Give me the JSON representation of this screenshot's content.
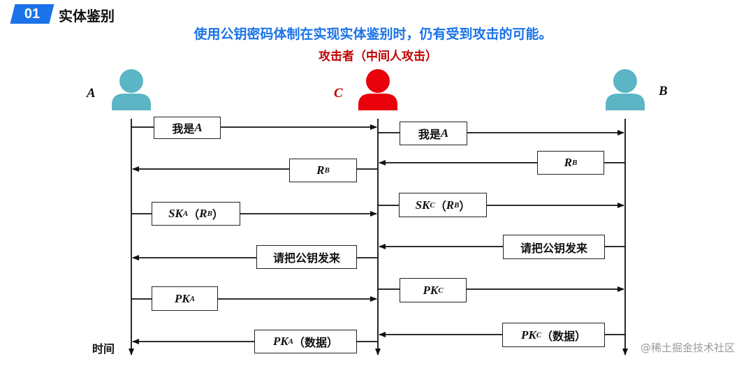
{
  "header": {
    "section_number": "01",
    "section_title": "实体鉴别"
  },
  "subtitle": "使用公钥密码体制在实现实体鉴别时，仍有受到攻击的可能。",
  "attacker_label": "攻击者（中间人攻击）",
  "nodes": {
    "a": "A",
    "b": "B",
    "c": "C"
  },
  "time_label": "时间",
  "watermark": "@稀土掘金技术社区",
  "colors": {
    "accent_blue": "#1a73e8",
    "attacker_red": "#c00000",
    "person_teal": "#5bb5c4",
    "person_red": "#e8000b"
  },
  "messages": {
    "left": {
      "m1": {
        "text": "我是",
        "sym": "A"
      },
      "m2": {
        "sym": "R",
        "sub": "B"
      },
      "m3": {
        "sym": "SK",
        "sub": "A",
        "paren_sym": "R",
        "paren_sub": "B"
      },
      "m4": {
        "text": "请把公钥发来"
      },
      "m5": {
        "sym": "PK",
        "sub": "A"
      },
      "m6": {
        "sym": "PK",
        "sub": "A",
        "suffix": "（数据）"
      }
    },
    "right": {
      "m1": {
        "text": "我是",
        "sym": "A"
      },
      "m2": {
        "sym": "R",
        "sub": "B"
      },
      "m3": {
        "sym": "SK",
        "sub": "C",
        "paren_sym": "R",
        "paren_sub": "B"
      },
      "m4": {
        "text": "请把公钥发来"
      },
      "m5": {
        "sym": "PK",
        "sub": "C"
      },
      "m6": {
        "sym": "PK",
        "sub": "C",
        "suffix": "（数据）"
      }
    }
  }
}
